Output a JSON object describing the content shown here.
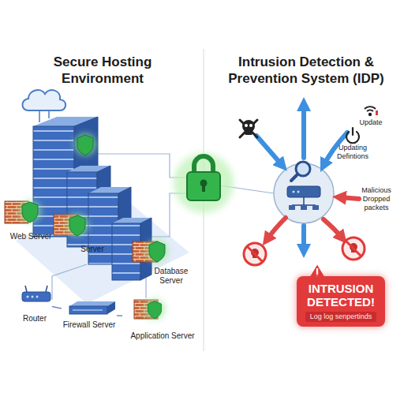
{
  "diagram": {
    "nodes": [
      {
        "text": [
          "Web Server"
        ]
      },
      {
        "text": [
          "Server"
        ]
      },
      {
        "text": [
          "Database Server"
        ]
      },
      {
        "text": [
          "Router"
        ]
      },
      {
        "text": [
          "Firewall Server"
        ]
      },
      {
        "text": [
          "Application Server"
        ]
      },
      {
        "text": [
          "INTRUSION DETECTED!",
          "Log log senpertinds"
        ]
      }
    ],
    "edges": [
      {
        "from": 3,
        "to": 4,
        "arrow": "none"
      },
      {
        "from": 4,
        "to": 5,
        "arrow": "none"
      }
    ],
    "labels": [
      "Secure Hosting Environment",
      "Intrusion Detection & Prevention System (IDP)",
      "Update",
      "Updating Defintions",
      "Malicious Dropped packets"
    ]
  }
}
